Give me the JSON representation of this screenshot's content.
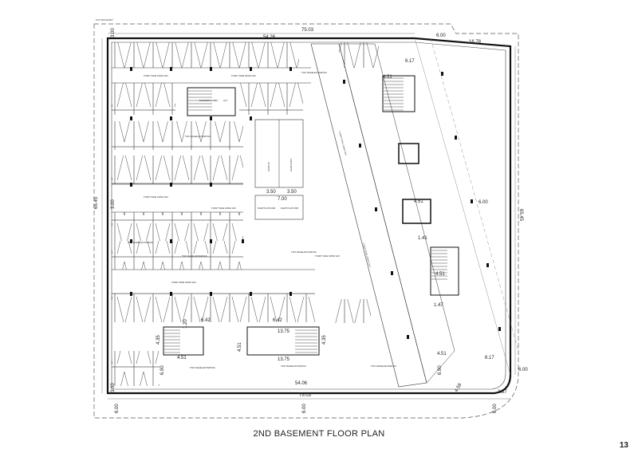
{
  "drawing": {
    "title": "2ND BASEMENT FLOOR PLAN",
    "page_number": "13",
    "plot_boundary_label": "PLOT BOUNDARY"
  },
  "dimensions": {
    "top_overall": "75.03",
    "top_inner": "54.26",
    "bottom_overall": "75.03",
    "bottom_inner": "54.06",
    "left_height": "65.45",
    "right_height": "65.45",
    "top_setback": "3.00",
    "left_setback_mid": "3.00",
    "bottom_setback": "3.00",
    "side_setback_bottom_left": "6.00",
    "side_setback_bottom_mid": "6.00",
    "side_setback_bottom_right": "6.00",
    "top_right_setback": "6.00",
    "top_right_edge": "16.78",
    "diag_top": "6.17",
    "diag_mid": "6.00",
    "diag_bottom": "6.17",
    "corner_right": "6.00",
    "corner_small": "3.87",
    "ramp_left": "3.50",
    "ramp_right": "3.50",
    "ramp_total": "7.00",
    "core_top_left": "6.42",
    "core_top_right": "6.42",
    "core_left_height": "4.35",
    "core_right_height": "4.35",
    "core_left_width": "4.51",
    "core_mid_width": "13.75",
    "core_bottom_width": "13.75",
    "lobby_width": "1.20",
    "left_bottom_height": "6.90",
    "right_core_1": "4.51",
    "right_core_2": "4.51",
    "right_core_3": "4.51",
    "right_core_4": "4.51",
    "right_core_5": "4.51",
    "right_core_h1": "1.41",
    "right_core_h2": "1.47",
    "right_bottom_height": "6.90",
    "right_small": "4.59"
  },
  "labels": {
    "driveway_top_left": "5.50MT WIDE DRIVE WAY",
    "driveway_top_mid": "5.50MT WIDE DRIVE WAY",
    "driveway_mid_left": "5.50MT WIDE DRIVE WAY",
    "driveway_mid_center": "5.50MT WIDE DRIVE WAY",
    "driveway_center_right": "5.50MT WIDE DRIVE WAY",
    "driveway_bottom_left": "5.50MT WIDE DRIVE WAY",
    "driveway_diagonal_top": "5.50MT WIDE DRIVE WAY",
    "driveway_diagonal_bottom": "5.50MT WIDE DRIVE WAY",
    "ramp_up": "RAMP UP",
    "ramp_down": "RAMP DOWN",
    "ramp_platform_left": "RAMP PLATFORM",
    "ramp_platform_right": "RAMP PLATFORM",
    "two_wheeler_1": "TWO WHEELER PARKING",
    "two_wheeler_2": "TWO WHEELER PARKING",
    "two_wheeler_3": "TWO WHEELER PARKING",
    "two_wheeler_4": "TWO WHEELER PARKING",
    "two_wheeler_5": "TWO WHEELER PARKING",
    "two_wheeler_6": "TWO WHEELER PARKING",
    "two_wheeler_7": "TWO WHEELER PARKING",
    "two_wheeler_8": "TWO WHEELER PARKING",
    "lobby": "BASEMENT LOBBY",
    "lift": "LIFT"
  },
  "colors": {
    "line": "#1a1a1a",
    "light_line": "#777777",
    "wall": "#111111"
  }
}
